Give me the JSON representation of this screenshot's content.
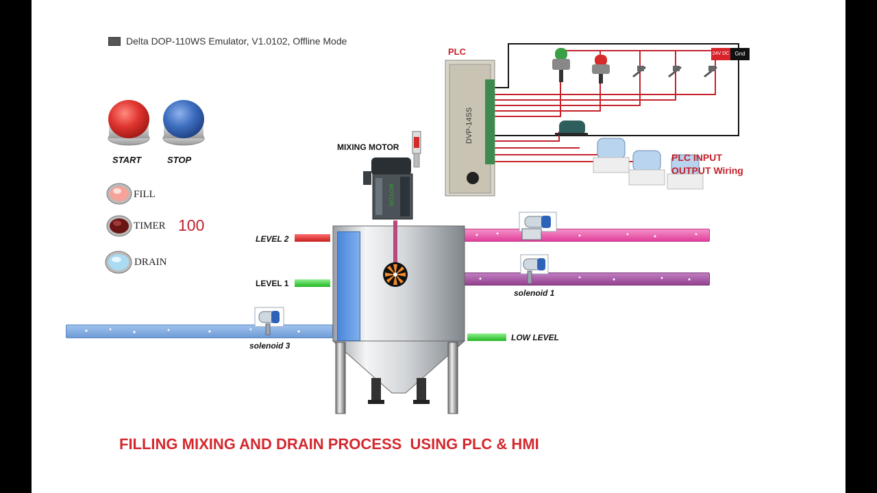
{
  "window": {
    "title": "Delta DOP-110WS Emulator, V1.0102, Offline Mode"
  },
  "buttons": {
    "start_label": "START",
    "stop_label": "STOP"
  },
  "indicators": {
    "fill_label": "FILL",
    "timer_label": "TIMER",
    "drain_label": "DRAIN"
  },
  "timer": {
    "value": "100"
  },
  "tank": {
    "motor_label": "MIXING MOTOR",
    "level2_label": "LEVEL 2",
    "level1_label": "LEVEL 1",
    "low_level_label": "LOW LEVEL",
    "motor_brand": "MOTOR"
  },
  "solenoids": {
    "solenoid1_label": "solenoid 1",
    "solenoid3_label": "solenoid 3"
  },
  "wiring": {
    "plc_label": "PLC",
    "plc_model": "DVP-14SS",
    "wiring_label_line1": "PLC INPUT",
    "wiring_label_line2": "OUTPUT Wiring",
    "supply_24v": "24V DC",
    "supply_gnd": "Gnd"
  },
  "footer": {
    "title": "FILLING MIXING AND DRAIN PROCESS  USING PLC & HMI"
  },
  "colors": {
    "start_red": "#d8322e",
    "stop_blue": "#3b6fbf",
    "level_red": "#e03030",
    "level_green": "#3ccf3c",
    "pipe_blue": "#7ba7de",
    "pipe_pink": "#e957a8",
    "pipe_purple": "#a04f9e",
    "wire_red": "#c4202a",
    "title_red": "#d3282e"
  }
}
